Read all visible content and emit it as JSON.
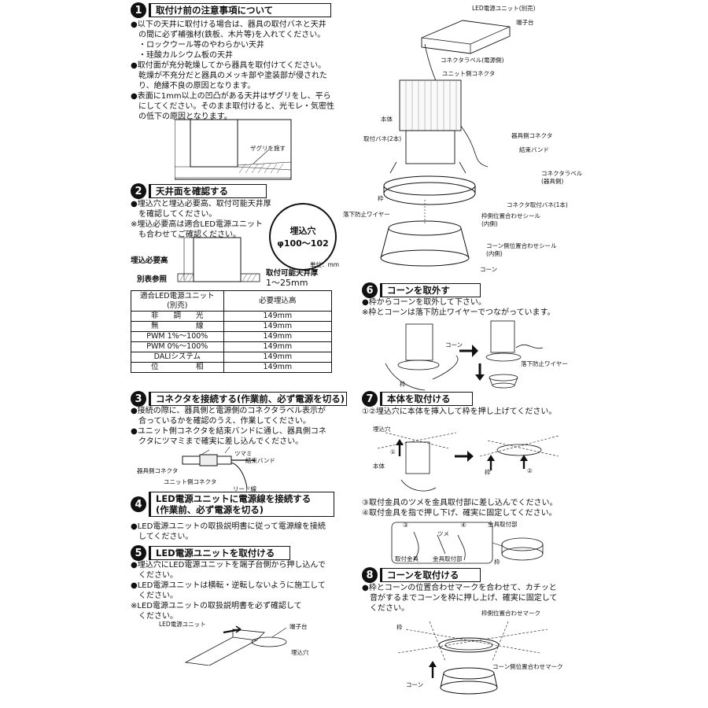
{
  "sections": {
    "s1": {
      "num": "1",
      "title": "取付け前の注意事項について",
      "lines": [
        "●以下の天井に取付ける場合は、器具の取付バネと天井",
        "　の間に必ず補強材(鉄板、木片等)を入れてください。",
        "　・ロックウール等のやわらかい天井",
        "　・珪酸カルシウム板の天井",
        "●取付面が充分乾燥してから器具を取付けてください。",
        "　乾燥が不充分だと器具のメッキ部や塗装部が侵された",
        "　り、絶縁不良の原因となります。",
        "●表面に1mm以上の凹凸がある天井はザグリをし、平ら",
        "　にしてください。そのまま取付けると、光モレ・気密性",
        "　の低下の原因となります。"
      ],
      "zaguri_label": "ザグリを施す"
    },
    "s2": {
      "num": "2",
      "title": "天井面を確認する",
      "lines": [
        "●埋込穴と埋込必要高、取付可能天井厚",
        "　を確認してください。",
        "※埋込必要高は適合LED電源ユニット",
        "　も合わせてご確認ください。"
      ],
      "hole_label": "埋込穴",
      "hole_size": "φ100～102",
      "required_height": "埋込必要高",
      "see_table": "別表参照",
      "unit": "単位：mm",
      "ceiling_thickness": "取付可能天井厚",
      "ceiling_range": "1～25mm",
      "table": {
        "headers": [
          "適合LED電源ユニット\n(別売)",
          "必要埋込高"
        ],
        "rows": [
          [
            "非　　調　　光",
            "149mm"
          ],
          [
            "無　　　　　線",
            "149mm"
          ],
          [
            "PWM 1%～100%",
            "149mm"
          ],
          [
            "PWM 0%～100%",
            "149mm"
          ],
          [
            "DALIシステム",
            "149mm"
          ],
          [
            "位　　　　　相",
            "149mm"
          ]
        ]
      }
    },
    "s3": {
      "num": "3",
      "title": "コネクタを接続する(作業前、必ず電源を切る)",
      "lines": [
        "●接続の際に、器具側と電源側のコネクタラベル表示が",
        "　合っているかを確認のうえ、作業してください。",
        "●ユニット側コネクタを結束バンドに通し、器具側コネ",
        "　クタにツマミまで確実に差し込んでください。"
      ],
      "labels": {
        "tsumami": "ツマミ",
        "band": "結束バンド",
        "fixture_connector": "器具側コネクタ",
        "unit_connector": "ユニット側コネクタ",
        "lead": "リード線"
      }
    },
    "s4": {
      "num": "4",
      "title_line1": "LED電源ユニットに電源線を接続する",
      "title_line2": "(作業前、必ず電源を切る)",
      "lines": [
        "●LED電源ユニットの取扱説明書に従って電源線を接続",
        "　してください。"
      ]
    },
    "s5": {
      "num": "5",
      "title": "LED電源ユニットを取付ける",
      "lines": [
        "●埋込穴にLED電源ユニットを端子台側から押し込んで",
        "　ください。",
        "●LED電源ユニットは横転・逆転しないように施工して",
        "　ください。",
        "※LED電源ユニットの取扱説明書を必ず確認して",
        "　ください。"
      ],
      "labels": {
        "led_unit": "LED電源ユニット",
        "terminal": "端子台",
        "hole": "埋込穴"
      }
    },
    "s6": {
      "num": "6",
      "title": "コーンを取外す",
      "lines": [
        "●枠からコーンを取外して下さい。",
        "※枠とコーンは落下防止ワイヤーでつながっています。"
      ],
      "labels": {
        "cone": "コーン",
        "frame": "枠",
        "wire": "落下防止ワイヤー"
      }
    },
    "s7": {
      "num": "7",
      "title": "本体を取付ける",
      "lines_a": [
        "①②埋込穴に本体を挿入して枠を押し上げてください。"
      ],
      "lines_b": [
        "③取付金具のツメを金具取付部に差し込んでください。",
        "④取付金具を指で押し下げ、確実に固定してください。"
      ],
      "labels": {
        "hole": "埋込穴",
        "body": "本体",
        "frame": "枠",
        "c1": "①",
        "c2": "②",
        "c3": "③",
        "c4": "④",
        "claw": "ツメ",
        "bracket": "取付金具",
        "bracket_mount": "金具取付部",
        "bracket_mount2": "金具取付部",
        "frame2": "枠"
      }
    },
    "s8": {
      "num": "8",
      "title": "コーンを取付ける",
      "lines": [
        "●枠とコーンの位置合わせマークを合わせて、カチッと",
        "　音がするまでコーンを枠に押し上げ、確実に固定して",
        "　ください。"
      ],
      "labels": {
        "frame": "枠",
        "frame_mark": "枠側位置合わせマーク",
        "cone_mark": "コーン側位置合わせマーク",
        "cone": "コーン"
      }
    },
    "parts": {
      "led_unit": "LED電源ユニット(別売)",
      "terminal": "端子台",
      "connector_label_power": "コネクタラベル(電源側)",
      "unit_connector": "ユニット側コネクタ",
      "body": "本体",
      "spring": "取付バネ(2本)",
      "fixture_connector": "器具側コネクタ",
      "band": "結束バンド",
      "connector_label_fixture": "コネクタラベル\n(器具側)",
      "frame": "枠",
      "connector_spring": "コネクタ取付バネ(1本)",
      "wire": "落下防止ワイヤー",
      "frame_seal": "枠側位置合わせシール\n(内側)",
      "cone_seal": "コーン側位置合わせシール\n(内側)",
      "cone": "コーン"
    }
  }
}
